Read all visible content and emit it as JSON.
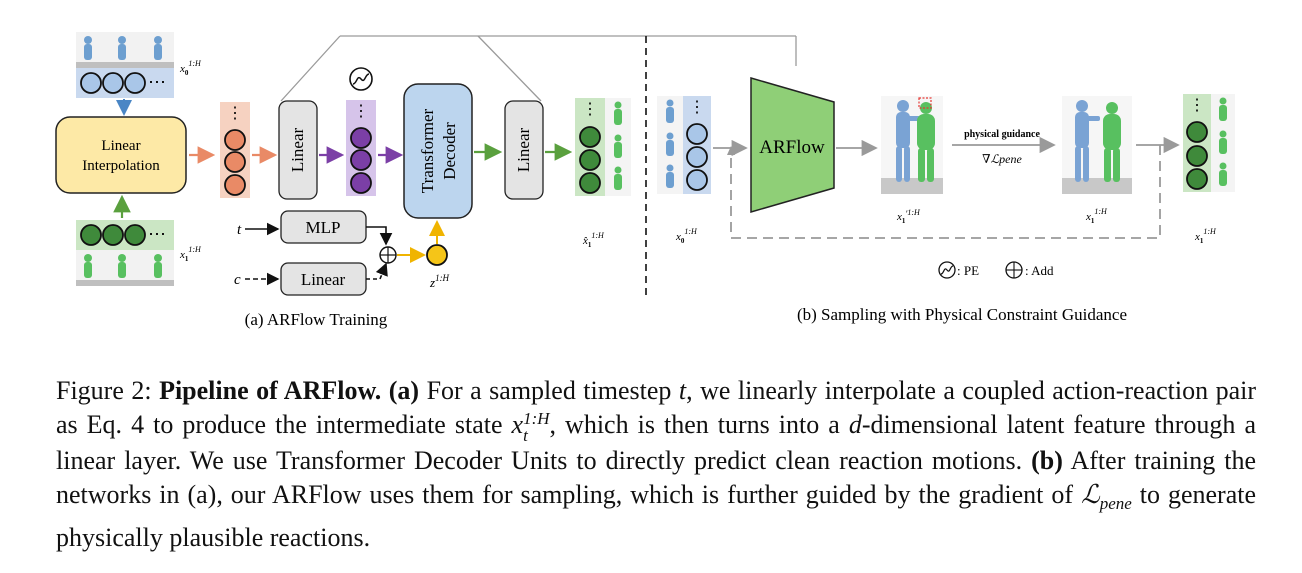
{
  "figure": {
    "part_a": {
      "top_input_label": "x",
      "top_input_sub": "0",
      "top_input_sup": "1:H",
      "bottom_input_label": "x",
      "bottom_input_sub": "1",
      "bottom_input_sup": "1:H",
      "interp_line1": "Linear",
      "interp_line2": "Interpolation",
      "linear_in": "Linear",
      "transformer_line1": "Transformer",
      "transformer_line2": "Decoder",
      "linear_out": "Linear",
      "mlp": "MLP",
      "cond_linear": "Linear",
      "t_label": "t",
      "c_label": "c",
      "z_label": "z",
      "z_sup": "1:H",
      "output_label": "x̂",
      "output_sub": "1",
      "output_sup": "1:H",
      "subtitle": "(a) ARFlow Training"
    },
    "part_b": {
      "input_label": "x",
      "input_sub": "0",
      "input_sup": "1:H",
      "arflow": "ARFlow",
      "mid_label": "x",
      "mid_sub": "1",
      "mid_prime": "′",
      "mid_sup": "1:H",
      "guidance_title": "physical guidance",
      "guidance_formula": "∇ℒpene",
      "guided_label": "x",
      "guided_sub": "1",
      "guided_sup": "1:H",
      "final_label": "x",
      "final_sub": "1",
      "final_sup": "1:H",
      "legend_pe": ": PE",
      "legend_add": ": Add",
      "subtitle": "(b) Sampling with Physical Constraint Guidance"
    },
    "colors": {
      "blue": "#a9c6e8",
      "green": "#3f8a3b",
      "orange": "#e98a66",
      "purple": "#7b3fa6",
      "yellow": "#f5c518",
      "box_gray": "#e4e4e4",
      "interp_fill": "#fde9a6",
      "decoder_fill": "#bcd5ee",
      "arflow_fill": "#8fcf77"
    }
  },
  "caption": {
    "fig_num": "Figure 2: ",
    "bold_title": "Pipeline of ARFlow.",
    "a_label": " (a)",
    "text1": " For a sampled timestep ",
    "t": "t",
    "text2": ", we linearly interpolate a coupled action-reaction pair as Eq. 4 to produce the intermediate state ",
    "xt": "x",
    "xt_sub": "t",
    "xt_sup": "1:H",
    "text3": ", which is then turns into a ",
    "d": "d",
    "text4": "-dimensional latent feature through a linear layer. We use Transformer Decoder Units to directly predict clean reaction motions.",
    "b_label": " (b)",
    "text5": " After training the networks in (a), our ARFlow uses them for sampling, which is further guided by the gradient of ",
    "lpene": "ℒ",
    "lpene_sub": "pene",
    "text6": " to generate physically plausible reactions."
  }
}
